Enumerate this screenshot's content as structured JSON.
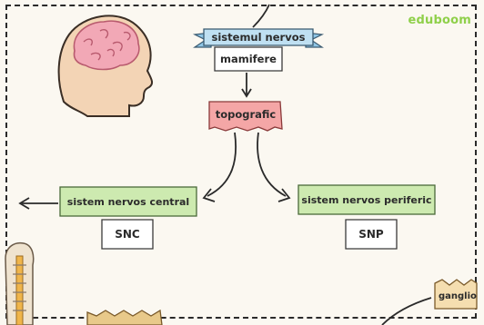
{
  "brand": {
    "name": "eduboom",
    "color": "#8fd04a"
  },
  "diagram": {
    "root": {
      "title": "sistemul nervos",
      "subtitle": "mamifere",
      "color": "#bfe0f2"
    },
    "criterion": {
      "label": "topografic",
      "color": "#f4a6a6"
    },
    "branches": [
      {
        "label": "sistem nervos central",
        "abbr": "SNC",
        "color": "#cdeab0"
      },
      {
        "label": "sistem nervos periferic",
        "abbr": "SNP",
        "color": "#cdeab0"
      }
    ],
    "partial_box": {
      "label": "ganglio"
    }
  },
  "icons": [
    "brain-head-icon",
    "spinal-cord-icon"
  ]
}
